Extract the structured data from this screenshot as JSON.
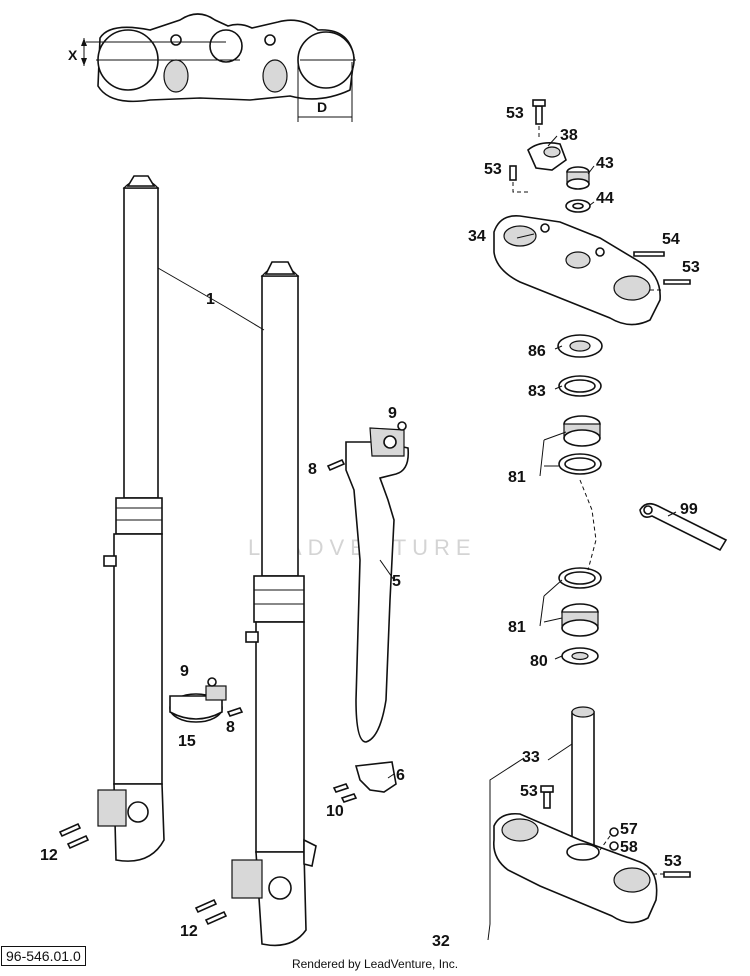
{
  "diagram": {
    "watermark": "LEADVENTURE",
    "id": "96-546.01.0",
    "footer": "Rendered by LeadVenture, Inc.",
    "dimensions": {
      "x": "X",
      "d": "D"
    },
    "labels": {
      "p1": "1",
      "p5": "5",
      "p6": "6",
      "p8a": "8",
      "p8b": "8",
      "p9a": "9",
      "p9b": "9",
      "p10": "10",
      "p12a": "12",
      "p12b": "12",
      "p15": "15",
      "p32": "32",
      "p33": "33",
      "p34": "34",
      "p38": "38",
      "p43": "43",
      "p44": "44",
      "p53a": "53",
      "p53b": "53",
      "p53c": "53",
      "p53d": "53",
      "p53e": "53",
      "p54": "54",
      "p57": "57",
      "p58": "58",
      "p80": "80",
      "p81a": "81",
      "p81b": "81",
      "p83": "83",
      "p86": "86",
      "p99": "99"
    }
  }
}
